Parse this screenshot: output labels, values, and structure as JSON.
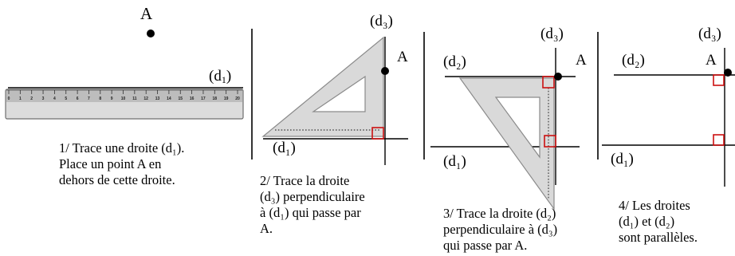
{
  "step1": {
    "point_label": "A",
    "line_label": "(d",
    "line_sub": "1",
    "line_close": ")",
    "ruler_ticks": [
      "0",
      "1",
      "2",
      "3",
      "4",
      "5",
      "6",
      "7",
      "8",
      "9",
      "10",
      "11",
      "12",
      "13",
      "14",
      "15",
      "16",
      "17",
      "18",
      "19",
      "20"
    ],
    "caption": [
      "1/ Trace une droite (d₁).",
      "Place un point A en",
      "dehors de cette droite."
    ]
  },
  "step2": {
    "d3_label": "(d₃)",
    "point_label": "A",
    "d1_label": "(d₁)",
    "caption": [
      "2/ Trace la droite",
      "(d₃) perpendiculaire",
      "à (d₁) qui passe par",
      "A."
    ]
  },
  "step3": {
    "d3_label": "(d₃)",
    "point_label": "A",
    "d2_label": "(d₂)",
    "d1_label": "(d₁)",
    "caption": [
      "3/ Trace la droite (d₂)",
      "perpendiculaire à (d₃)",
      "qui passe par A."
    ]
  },
  "step4": {
    "d3_label": "(d₃)",
    "point_label": "A",
    "d2_label": "(d₂)",
    "d1_label": "(d₁)",
    "caption": [
      "4/ Les droites",
      "(d₁) et (d₂)",
      "sont parallèles."
    ]
  },
  "colors": {
    "ink": "#000000",
    "right_angle_mark": "#cc1111",
    "tool_fill": "#d7d7d7",
    "tool_stroke": "#8a8a8a"
  }
}
